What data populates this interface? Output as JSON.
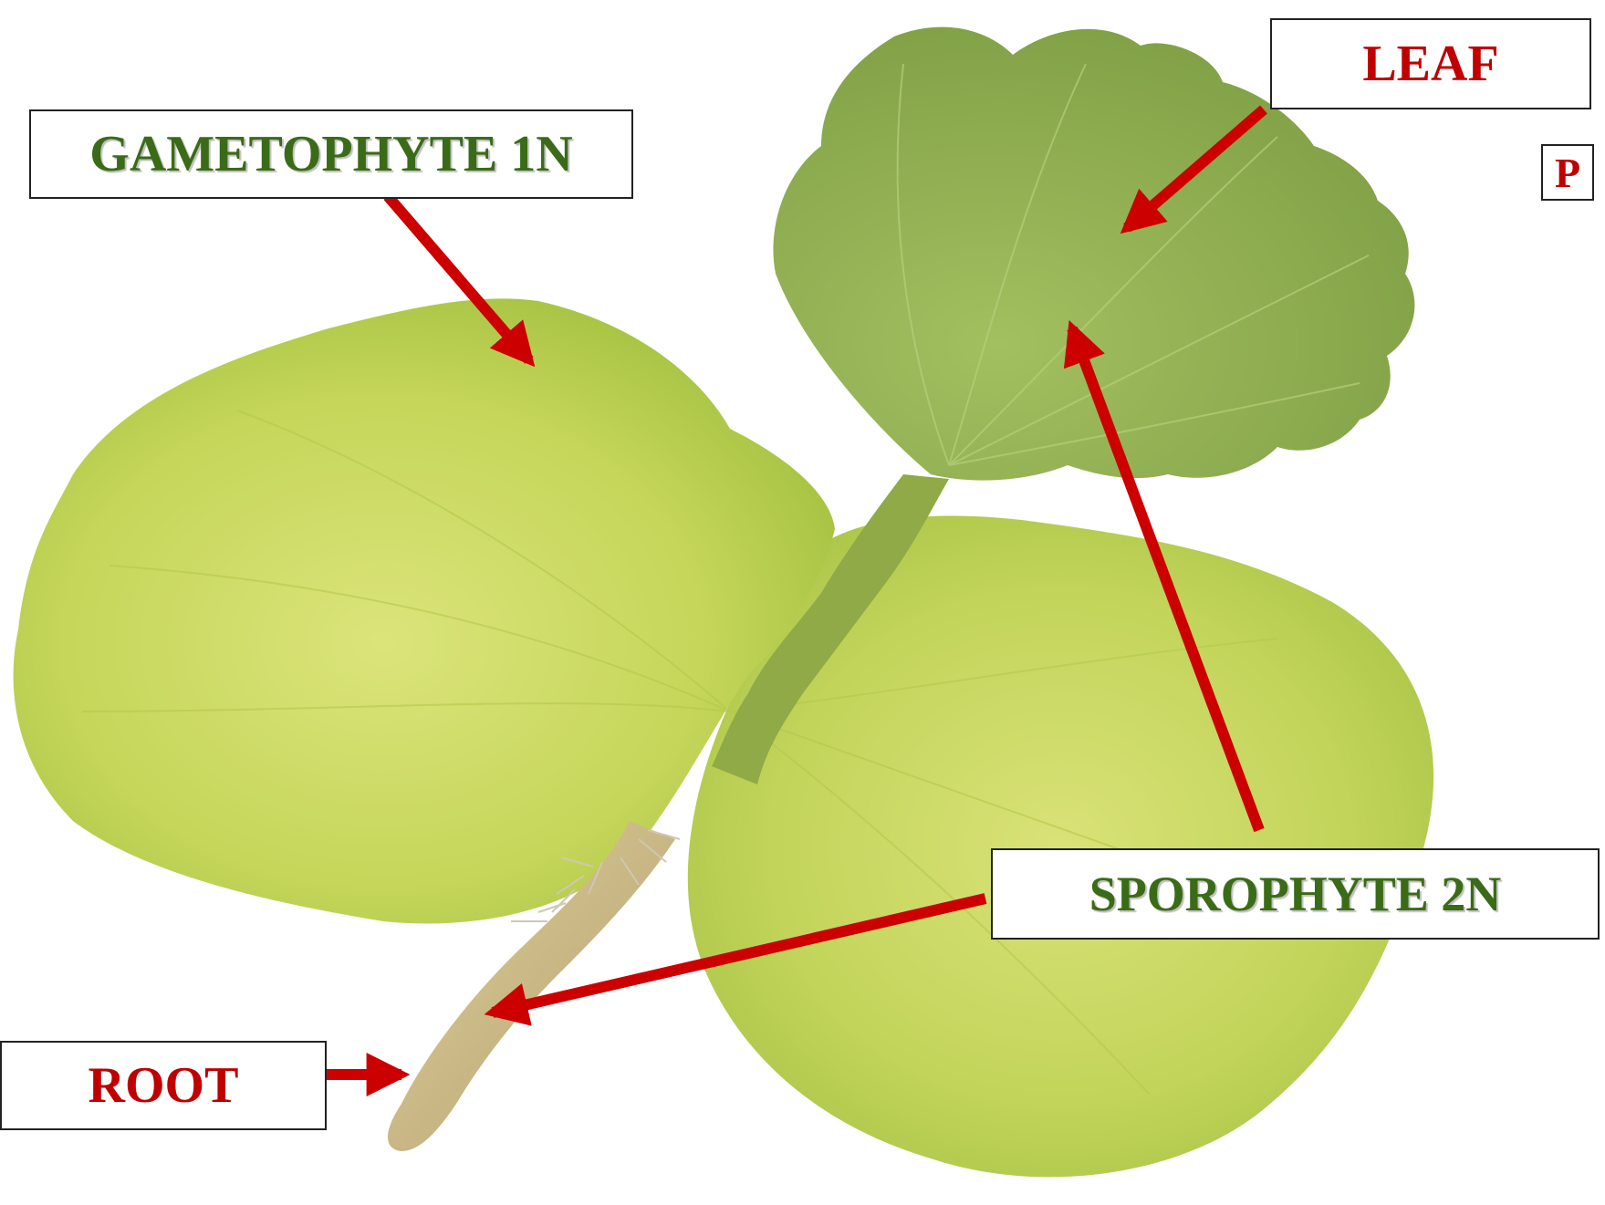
{
  "labels": {
    "gametophyte": "GAMETOPHYTE 1N",
    "sporophyte": "SPOROPHYTE 2N",
    "leaf": "LEAF",
    "root": "ROOT",
    "corner": "P"
  },
  "colors": {
    "arrow": "#cc0000",
    "green_label": "#3a6b16",
    "red_label": "#c00000",
    "gametophyte_fill": "#c8d85a",
    "leaf_fill": "#8fae4e",
    "root_fill": "#d2c58e"
  }
}
